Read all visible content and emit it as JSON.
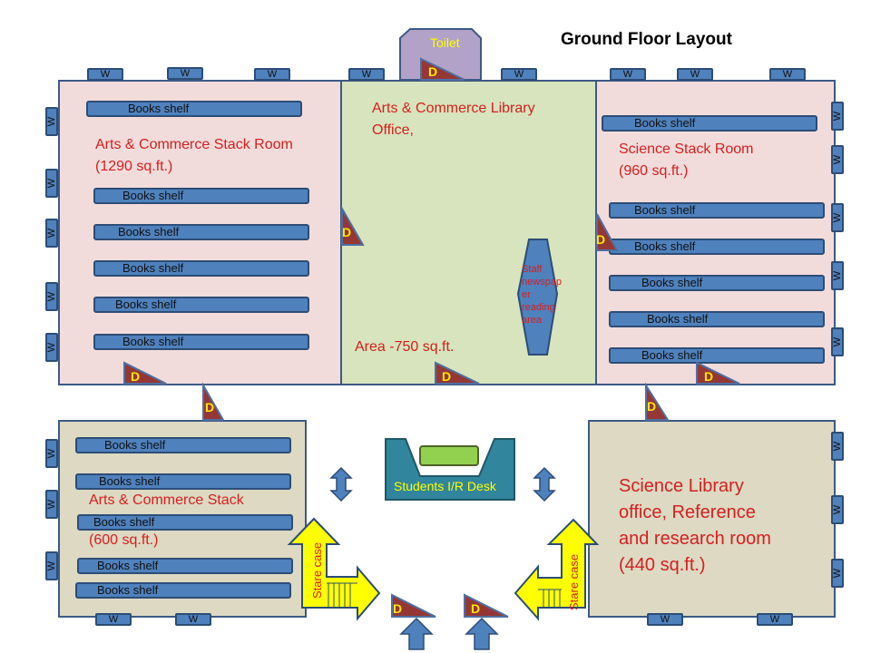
{
  "title": "Ground Floor Layout",
  "toilet_label": "Toilet",
  "rooms": {
    "ac_stack_room": {
      "name": "Arts & Commerce Stack Room",
      "area": "(1290 sq.ft.)"
    },
    "ac_office": {
      "name_line1": "Arts & Commerce Library",
      "name_line2": "Office,",
      "area": "Area  -750 sq.ft."
    },
    "sci_stack_room": {
      "name": "Science Stack Room",
      "area": "(960 sq.ft.)"
    },
    "ac_stack": {
      "name": "Arts & Commerce Stack",
      "area": "(600 sq.ft.)"
    },
    "sci_office": {
      "line1": "Science Library",
      "line2": "office, Reference",
      "line3": "and research room",
      "line4": "(440 sq.ft.)"
    }
  },
  "staff_area": {
    "line1": "Staff",
    "line2": "newspap",
    "line3": "er",
    "line4": "reading",
    "line5": "area"
  },
  "desk_label": "Students I/R Desk",
  "staircase_label": "Stare case",
  "shelf_label": "Books shelf",
  "door_label": "D",
  "window_label": "W",
  "colors": {
    "stack_room": "#f2dcdb",
    "office": "#d7e4bd",
    "lower_room": "#ddd9c3",
    "toilet": "#b3a2c7",
    "shelf": "#4f81bd",
    "door": "#953735",
    "desk": "#31859c",
    "arrow_yellow": "#ffff00",
    "arrow_blue": "#4f81bd",
    "red_text": "#d42020"
  }
}
